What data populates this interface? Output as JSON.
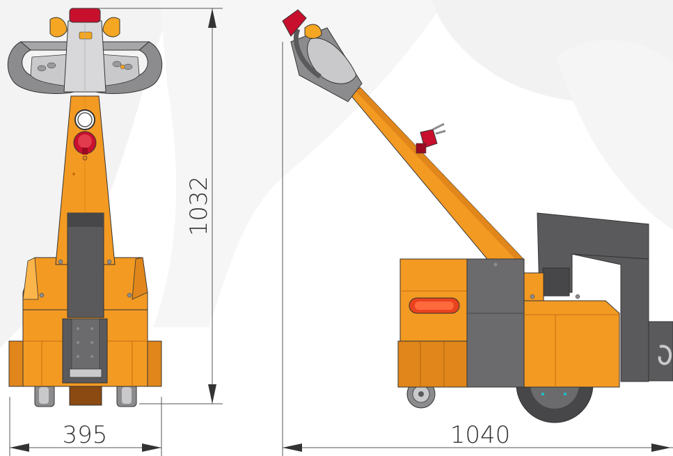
{
  "dimensions": {
    "front_width": "395",
    "height": "1032",
    "side_length": "1040"
  },
  "colors": {
    "body_orange": "#f39a23",
    "body_orange_dark": "#e0861a",
    "body_orange_light": "#fbb54a",
    "steel_grey": "#5a5a5c",
    "steel_grey_dark": "#47474a",
    "handle_grey": "#8c8c8e",
    "handle_light": "#c9c9cb",
    "stop_red": "#c8102e",
    "lamp_red": "#e8421e",
    "line": "#333333",
    "backdrop": "#f1f1f1"
  }
}
